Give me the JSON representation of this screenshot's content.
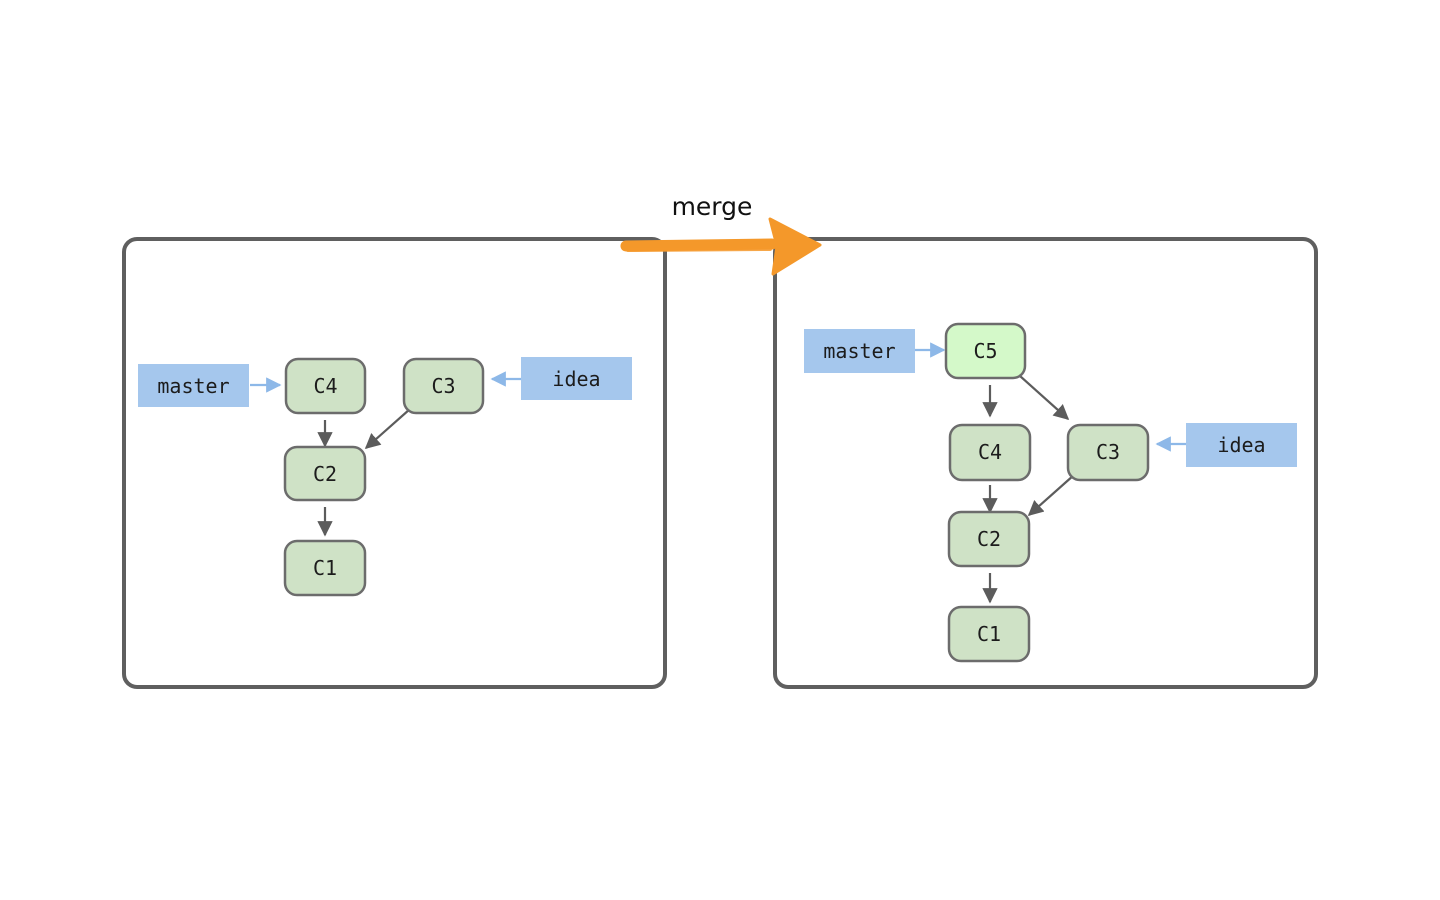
{
  "merge_label": "merge",
  "colors": {
    "frame": "#5f5f5f",
    "commit_fill": "#cfe2c6",
    "new_commit_fill": "#d4f9c9",
    "branch_fill": "#a5c7ed",
    "merge_arrow": "#f4982a",
    "edge": "#5c5c5c",
    "ref_edge": "#8db8e8"
  },
  "before": {
    "commits": [
      {
        "id": "c4",
        "label": "C4"
      },
      {
        "id": "c3",
        "label": "C3"
      },
      {
        "id": "c2",
        "label": "C2"
      },
      {
        "id": "c1",
        "label": "C1"
      }
    ],
    "branches": [
      {
        "id": "master",
        "label": "master",
        "points_to": "C4"
      },
      {
        "id": "idea",
        "label": "idea",
        "points_to": "C3"
      }
    ],
    "edges": [
      [
        "C4",
        "C2"
      ],
      [
        "C3",
        "C2"
      ],
      [
        "C2",
        "C1"
      ]
    ]
  },
  "after": {
    "commits": [
      {
        "id": "c5",
        "label": "C5"
      },
      {
        "id": "c4",
        "label": "C4"
      },
      {
        "id": "c3",
        "label": "C3"
      },
      {
        "id": "c2",
        "label": "C2"
      },
      {
        "id": "c1",
        "label": "C1"
      }
    ],
    "branches": [
      {
        "id": "master",
        "label": "master",
        "points_to": "C5"
      },
      {
        "id": "idea",
        "label": "idea",
        "points_to": "C3"
      }
    ],
    "edges": [
      [
        "C5",
        "C4"
      ],
      [
        "C5",
        "C3"
      ],
      [
        "C4",
        "C2"
      ],
      [
        "C3",
        "C2"
      ],
      [
        "C2",
        "C1"
      ]
    ]
  }
}
